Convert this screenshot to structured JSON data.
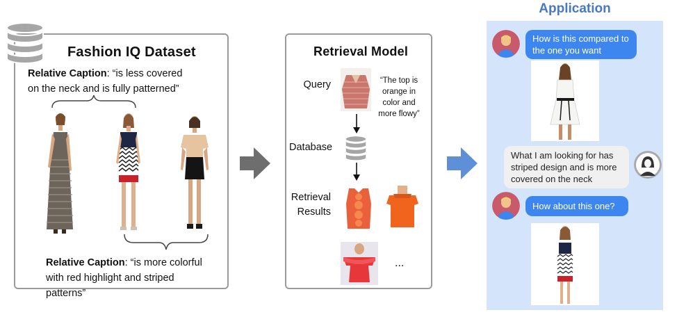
{
  "dataset_panel": {
    "title": "Fashion IQ Dataset",
    "caption1_label": "Relative Caption",
    "caption1_text": ": “is less covered on the neck and is fully patterned”",
    "caption2_label": "Relative Caption",
    "caption2_text": ": “is more colorful with red highlight and striped patterns”"
  },
  "model_panel": {
    "title": "Retrieval Model",
    "query_label": "Query",
    "query_text": "“The top is orange in color and more flowy”",
    "database_label": "Database",
    "results_label": "Retrieval Results",
    "ellipsis": "..."
  },
  "application": {
    "title": "Application",
    "messages": [
      {
        "text": "How is this compared to the one you want"
      },
      {
        "text": "What I am looking for has striped design and is more covered on the neck"
      },
      {
        "text": "How about this one?"
      }
    ]
  },
  "colors": {
    "app_background": "#d3e4fb",
    "app_title": "#4a78c2",
    "bubble_blue": "#3d86f0",
    "arrow_gray": "#6e6e6e",
    "arrow_blue": "#5f8fd6",
    "panel_border": "#9a9a9a"
  }
}
